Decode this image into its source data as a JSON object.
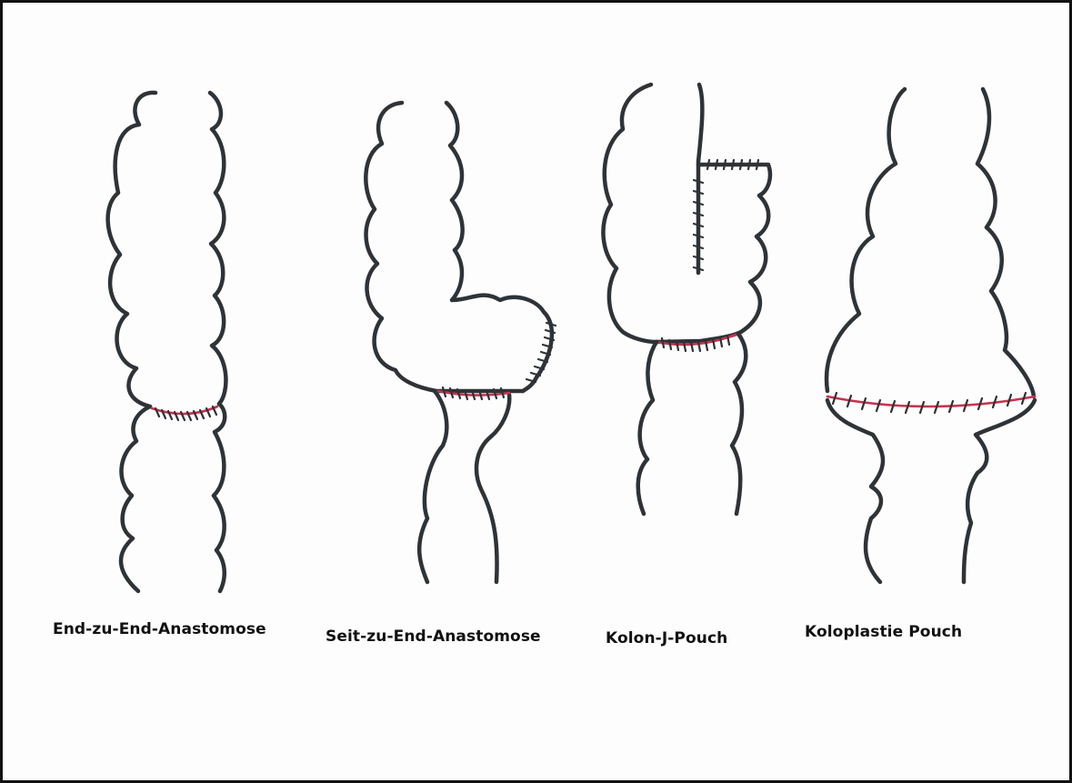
{
  "diagrams": [
    {
      "caption": "End-zu-End-Anastomose"
    },
    {
      "caption": "Seit-zu-End-Anastomose"
    },
    {
      "caption": "Kolon-J-Pouch"
    },
    {
      "caption": "Koloplastie Pouch"
    }
  ],
  "colors": {
    "outline": "#2e3338",
    "suture_line": "#c8334f",
    "frame": "#111111"
  }
}
